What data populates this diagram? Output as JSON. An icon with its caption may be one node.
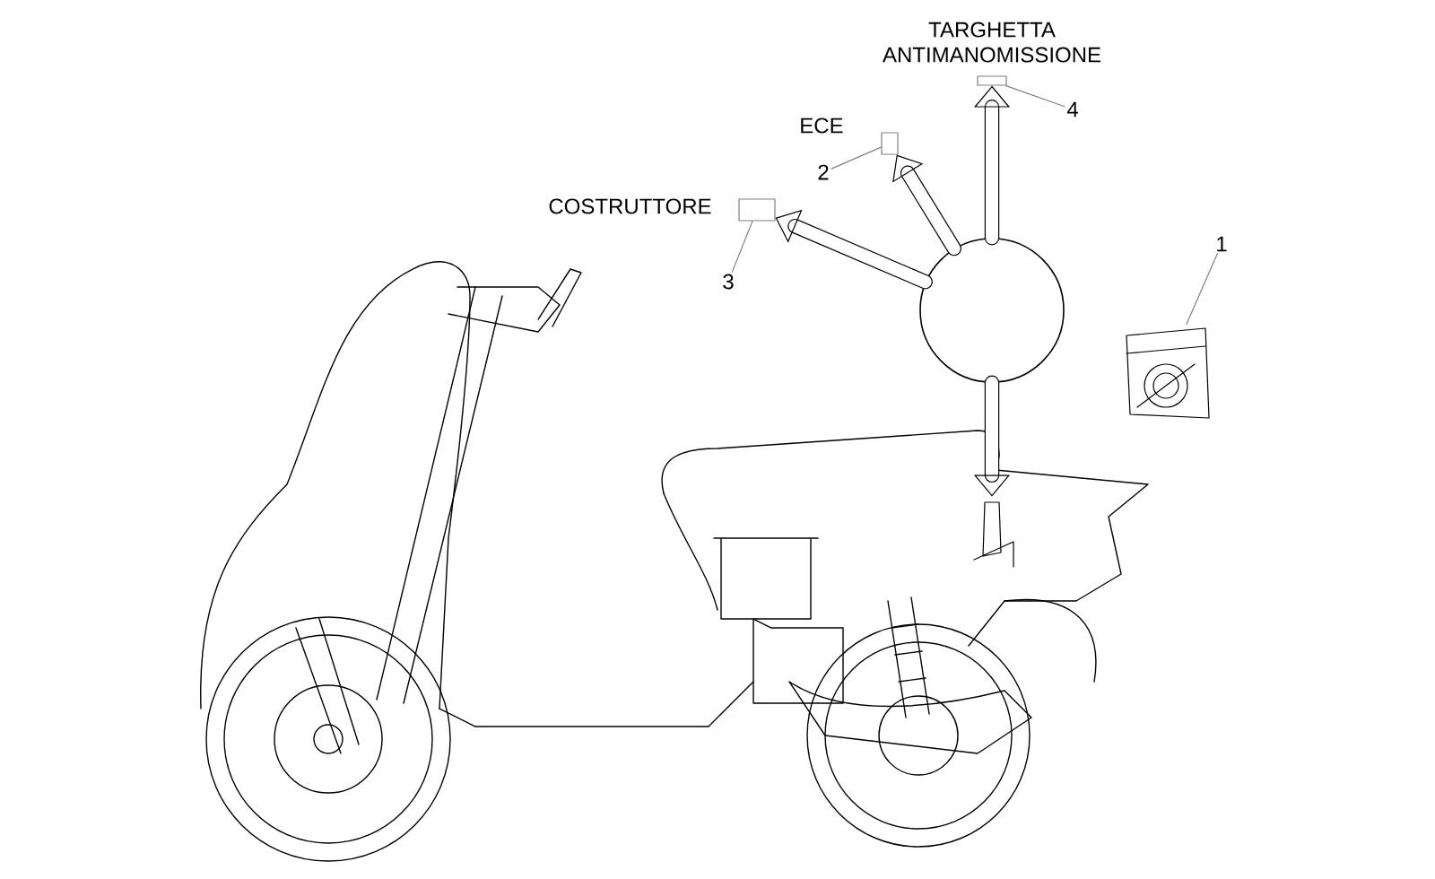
{
  "diagram": {
    "nodes": [
      {
        "text": [],
        "shape": "circle"
      },
      {
        "text": [],
        "shape": "box",
        "beside": [
          "COSTRUTTORE"
        ]
      },
      {
        "text": [],
        "shape": "box",
        "beside": [
          "ECE"
        ]
      },
      {
        "text": [],
        "shape": "box",
        "beside": [
          "TARGHETTA ANTIMANOMISSIONE"
        ]
      },
      {
        "text": [
          "3"
        ]
      },
      {
        "text": [
          "2"
        ]
      },
      {
        "text": [
          "4"
        ]
      },
      {
        "text": [
          "1"
        ]
      },
      {
        "text": [],
        "shape": "picture"
      },
      {
        "text": [],
        "shape": "picture"
      }
    ],
    "edges": [
      {
        "from": 0,
        "to": 1,
        "arrow": "to",
        "style": "thick"
      },
      {
        "from": 0,
        "to": 2,
        "arrow": "to",
        "style": "thick"
      },
      {
        "from": 0,
        "to": 3,
        "arrow": "to",
        "style": "thick"
      },
      {
        "from": 0,
        "to": 9,
        "arrow": "to",
        "style": "thick"
      },
      {
        "from": 4,
        "to": 1,
        "arrow": "none",
        "color": "#808080"
      },
      {
        "from": 5,
        "to": 2,
        "arrow": "none",
        "color": "#808080"
      },
      {
        "from": 6,
        "to": 3,
        "arrow": "none",
        "color": "#808080"
      },
      {
        "from": 7,
        "to": 8,
        "arrow": "none",
        "color": "#808080"
      }
    ]
  }
}
